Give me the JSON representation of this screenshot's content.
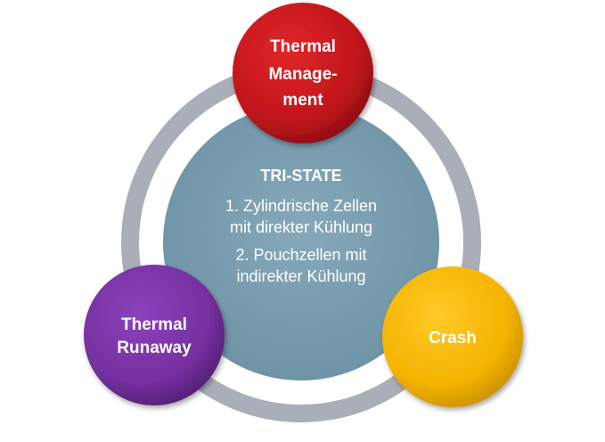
{
  "center": {
    "title": "TRI-STATE",
    "item1_line1": "1. Zylindrische Zellen",
    "item1_line2": "mit direkter Kühlung",
    "item2_line1": "2. Pouchzellen  mit",
    "item2_line2": "indirekter Kühlung",
    "color": "#7a9fb1"
  },
  "ring_color": "#a9aeb8",
  "nodes": {
    "thermal_management": {
      "line1": "Thermal",
      "line2": "Manage-",
      "line3": "ment",
      "color": "#c0161b"
    },
    "thermal_runaway": {
      "line1": "Thermal",
      "line2": "Runaway",
      "color": "#7530a0"
    },
    "crash": {
      "line1": "Crash",
      "color": "#f4b400"
    }
  }
}
